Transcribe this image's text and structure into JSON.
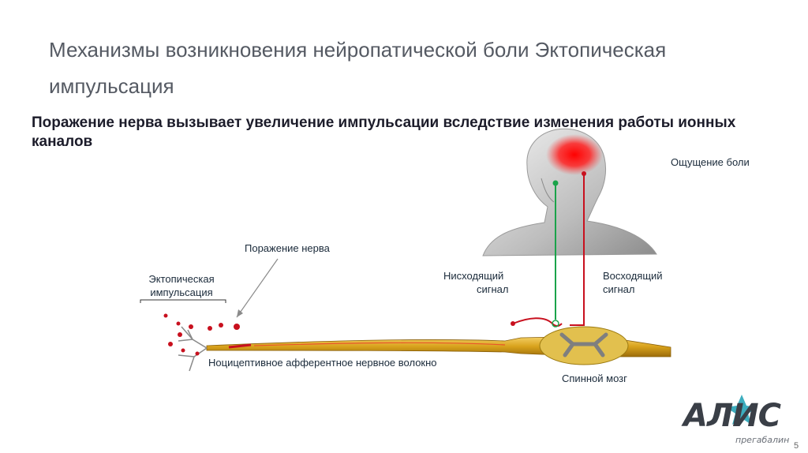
{
  "slide": {
    "title": "Механизмы возникновения нейропатической боли  Эктопическая импульсация",
    "subtitle": "Поражение нерва вызывает увеличение импульсации вследствие  изменения работы ионных каналов",
    "page_number": "5"
  },
  "labels": {
    "pain_sensation": "Ощущение боли",
    "nerve_damage": "Поражение нерва",
    "ectopic_line1": "Эктопическая",
    "ectopic_line2": "импульсация",
    "descending_line1": "Нисходящий",
    "descending_line2": "сигнал",
    "ascending_line1": "Восходящий",
    "ascending_line2": "сигнал",
    "fiber": "Ноцицептивное афферентное нервное волокно",
    "spinal_cord": "Спинной мозг"
  },
  "logo": {
    "name": "АЛИС",
    "tagline": "прегабалин",
    "icon": "star-logo-icon"
  },
  "colors": {
    "descending": "#1aa34a",
    "ascending": "#c8101e",
    "pain": "#ff1a1a",
    "fiber": "#d9a21c",
    "logo_accent": "#1a9fb3"
  }
}
